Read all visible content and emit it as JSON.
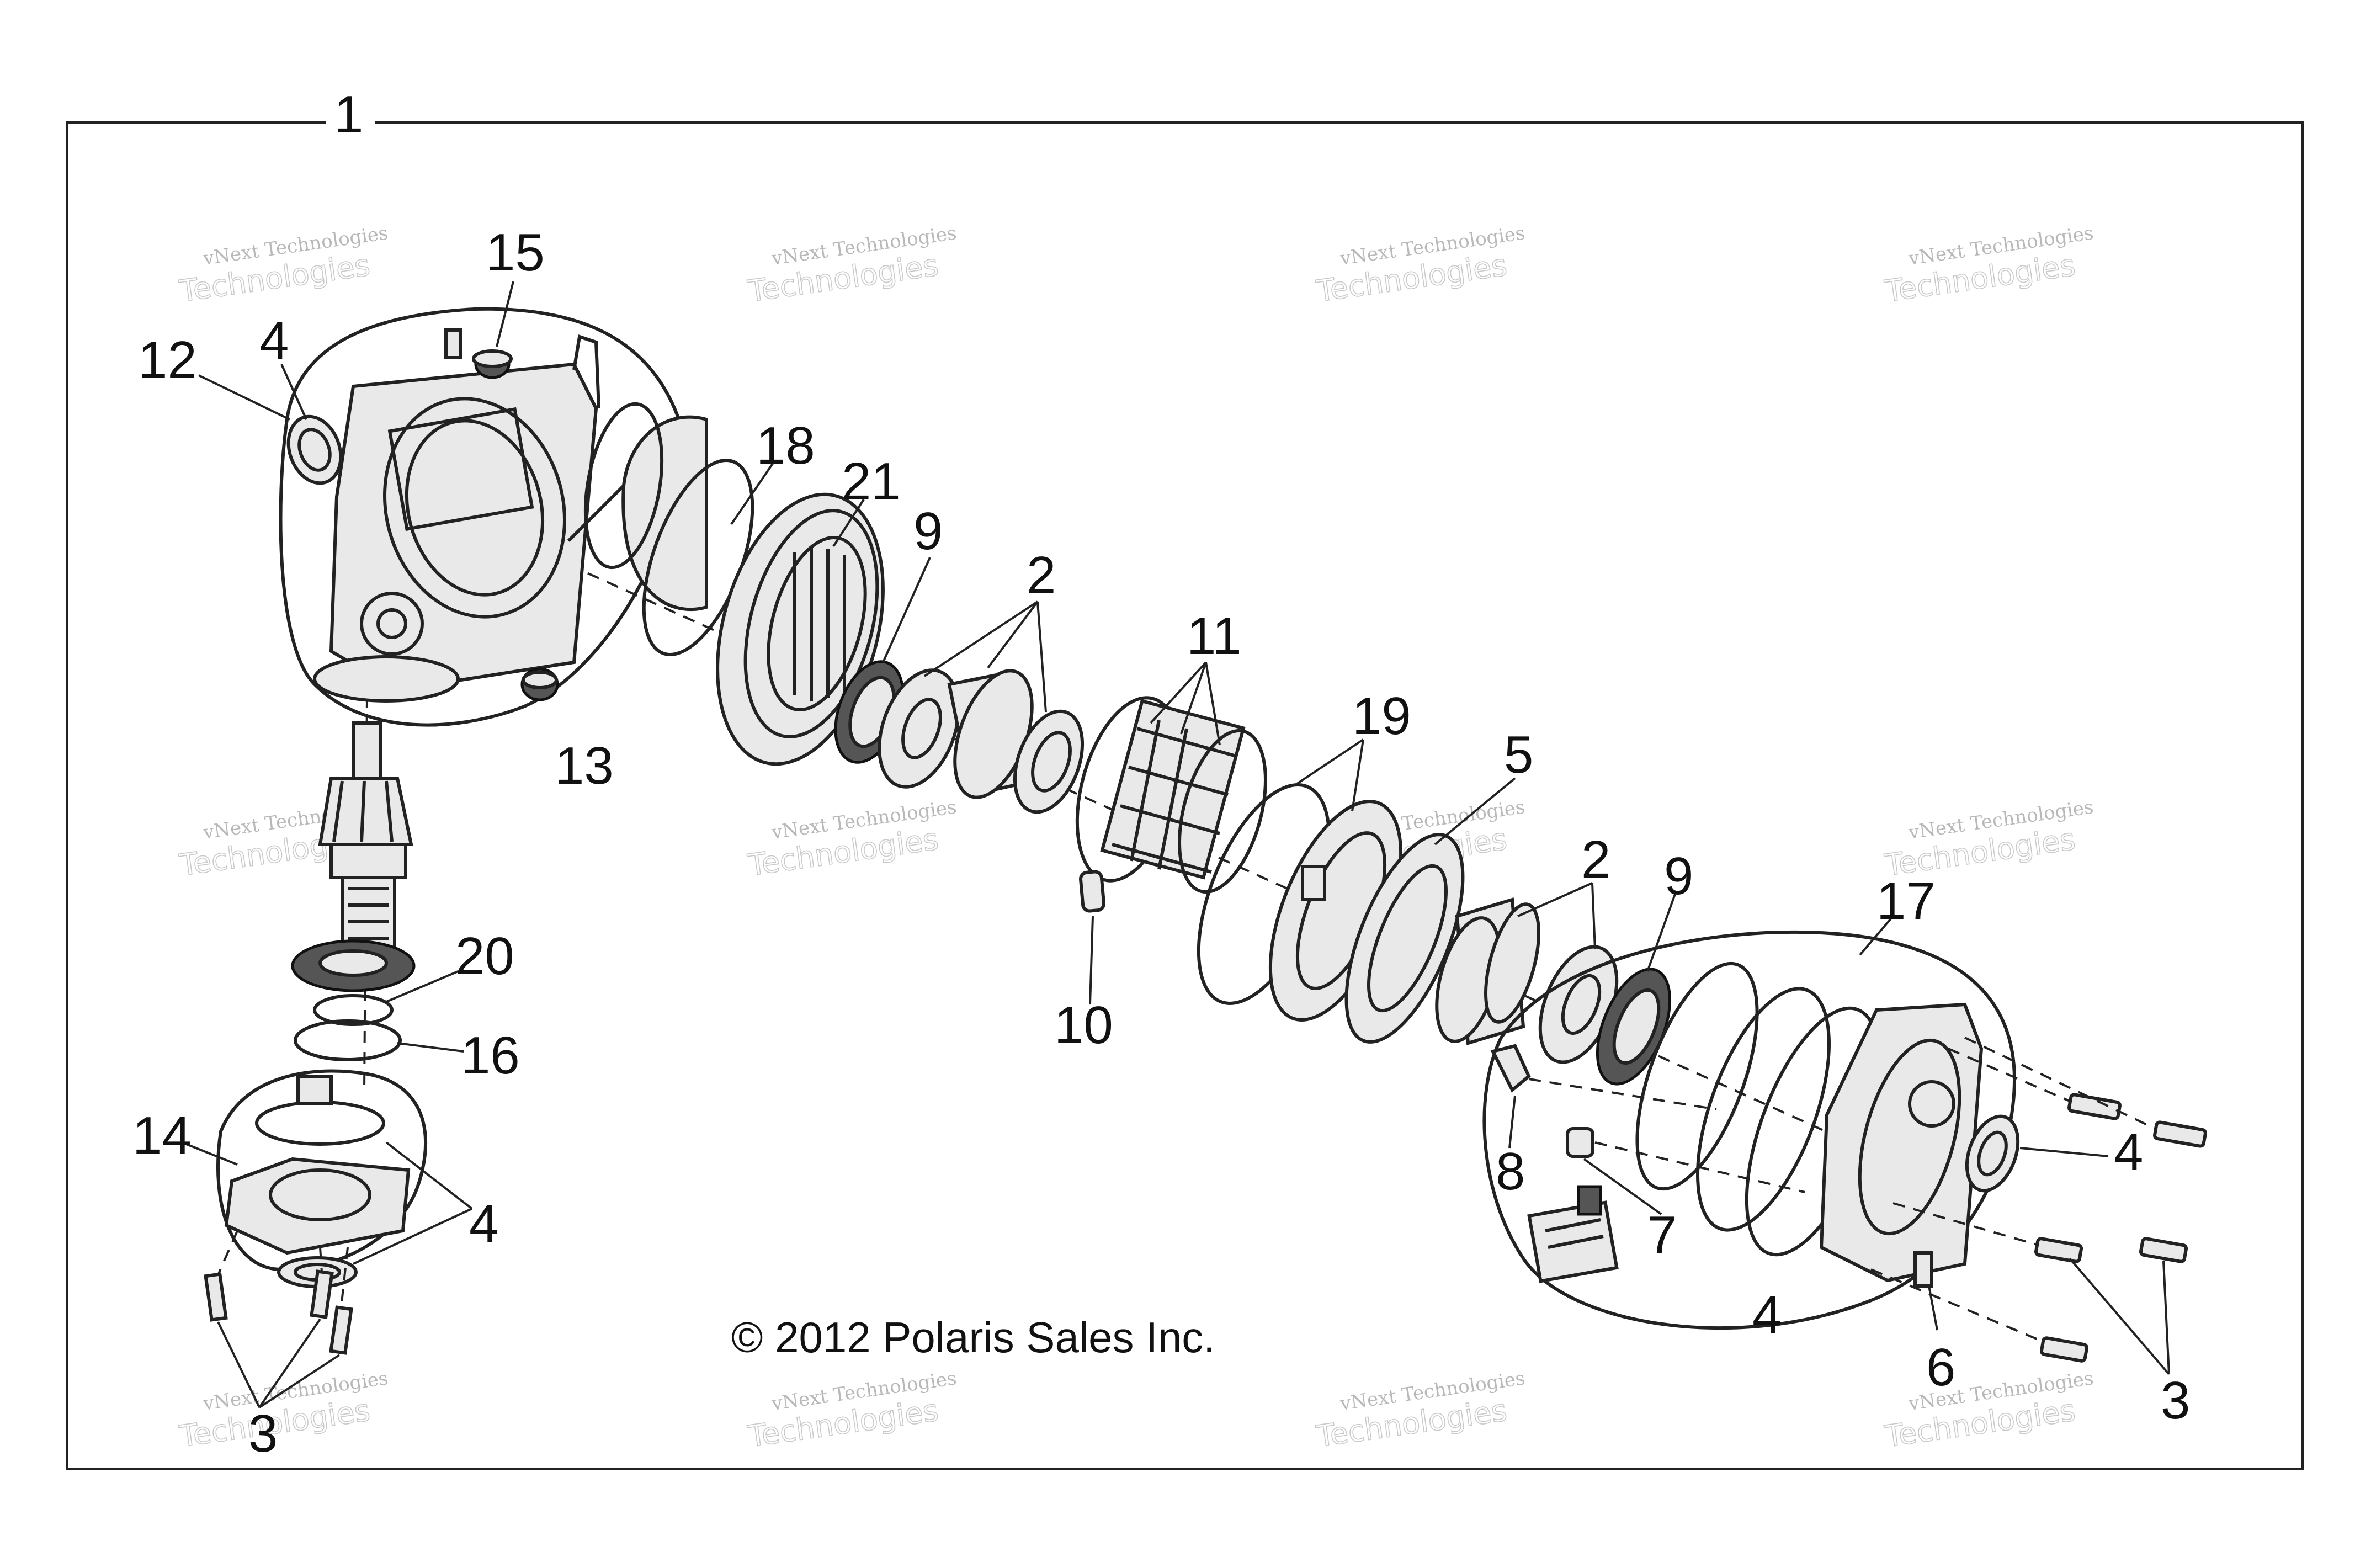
{
  "assembly_label": "1",
  "copyright": "© 2012 Polaris Sales Inc.",
  "watermark": {
    "line1": "vNext Technologies",
    "line2": "Technologies"
  },
  "callouts": [
    "15",
    "12",
    "4",
    "18",
    "21",
    "9",
    "2",
    "11",
    "19",
    "13",
    "5",
    "2",
    "9",
    "17",
    "20",
    "16",
    "10",
    "14",
    "4",
    "8",
    "7",
    "4",
    "4",
    "6",
    "3",
    "3"
  ]
}
